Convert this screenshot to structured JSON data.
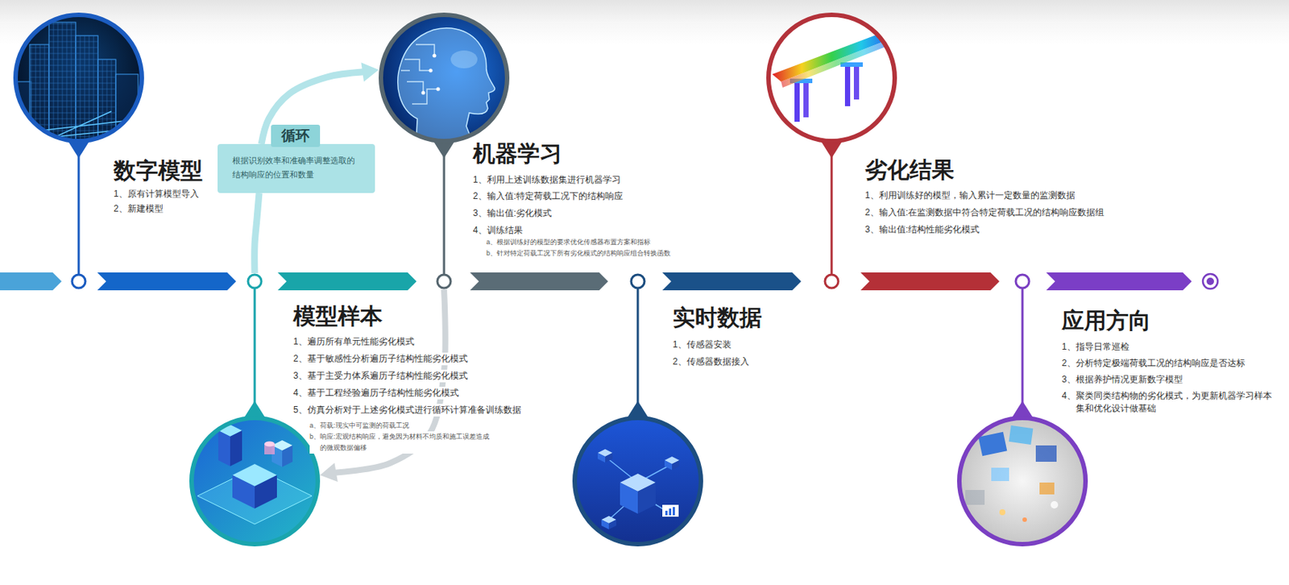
{
  "diagram": {
    "nodes": [
      {
        "text": [
          "数字模型",
          "1、原有计算模型导入",
          "2、新建模型"
        ]
      },
      {
        "text": [
          "循环",
          "根据识别效率和准确率调整选取的结构响应的位置和数量"
        ]
      },
      {
        "text": [
          "模型样本",
          "1、遍历所有单元性能劣化模式",
          "2、基于敏感性分析遍历子结构性能劣化模式",
          "3、基于主受力体系遍历子结构性能劣化模式",
          "4、基于工程经验遍历子结构性能劣化模式",
          "5、仿真分析对于上述劣化模式进行循环计算准备训练数据",
          "a、荷载:现实中可监测的荷载工况",
          "b、响应:宏观结构响应，避免因为材料不均质和施工误差造成的微观数据偏移"
        ]
      },
      {
        "text": [
          "机器学习",
          "1、利用上述训练数据集进行机器学习",
          "2、输入值:特定荷载工况下的结构响应",
          "3、输出值:劣化模式",
          "4、训练结果",
          "a、根据训练好的模型的要求优化传感器布置方案和指标",
          "b、针对特定荷载工况下所有劣化模式的结构响应组合转换函数"
        ]
      },
      {
        "text": [
          "实时数据",
          "1、传感器安装",
          "2、传感器数据接入"
        ]
      },
      {
        "text": [
          "劣化结果",
          "1、利用训练好的模型，输入累计一定数量的监测数据",
          "2、输入值:在监测数据中符合特定荷载工况的结构响应数据组",
          "3、输出值:结构性能劣化模式"
        ]
      },
      {
        "text": [
          "应用方向",
          "1、指导日常巡检",
          "2、分析特定极端荷载工况的结构响应是否达标",
          "3、根据养护情况更新数字模型",
          "4、聚类同类结构物的劣化模式，为更新机器学习样本集和优化设计做基础"
        ]
      }
    ],
    "edges": [
      {
        "from": 2,
        "to": 1,
        "arrow": "none"
      },
      {
        "from": 1,
        "to": 3,
        "arrow": "to"
      },
      {
        "from": 3,
        "to": 2,
        "arrow": "to"
      }
    ]
  }
}
